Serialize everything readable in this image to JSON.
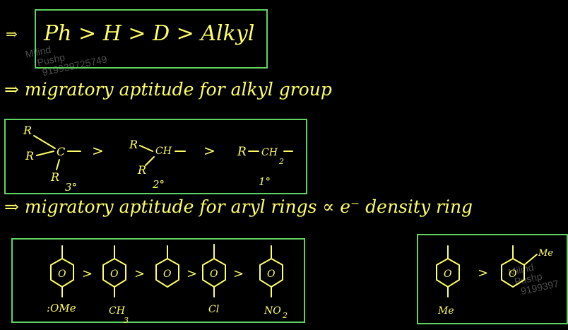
{
  "colors": {
    "background": "#000000",
    "ink": "#ffff66",
    "box": "#5fd35f",
    "watermark": "#5a5a5a"
  },
  "watermark": {
    "name": "Milind",
    "surname": "Pushp",
    "phone_1": "919939725749",
    "surname_2": "Pushp",
    "phone_2": "9199397",
    "name_2": "Milind"
  },
  "line1": {
    "arrow": "⇒",
    "formula": "Ph > H > D > Alkyl"
  },
  "line2": {
    "text": "⇒ migratory aptitude for alkyl group"
  },
  "alkyl": {
    "r_top": "R",
    "r_left": "R",
    "c": "C",
    "r_bottom": "R",
    "tertiary": "3°",
    "gt1": ">",
    "r2_top": "R",
    "ch": "CH",
    "r2_bottom": "R",
    "secondary": "2°",
    "gt2": ">",
    "r3": "R",
    "ch2": "CH",
    "sub2": "2",
    "primary": "1°"
  },
  "line3": {
    "text": "⇒ migratory aptitude for aryl rings ∝ e⁻ density ring"
  },
  "aryl": {
    "ring": "O",
    "gt": ">",
    "sub_ome": ":OMe",
    "sub_ch3": "CH",
    "sub_ch3_idx": "3",
    "sub_cl": "Cl",
    "sub_no2": "NO",
    "sub_no2_idx": "2"
  },
  "me_compare": {
    "ring": "O",
    "gt": ">",
    "sub_para": "Me",
    "sub_ortho": "Me"
  }
}
